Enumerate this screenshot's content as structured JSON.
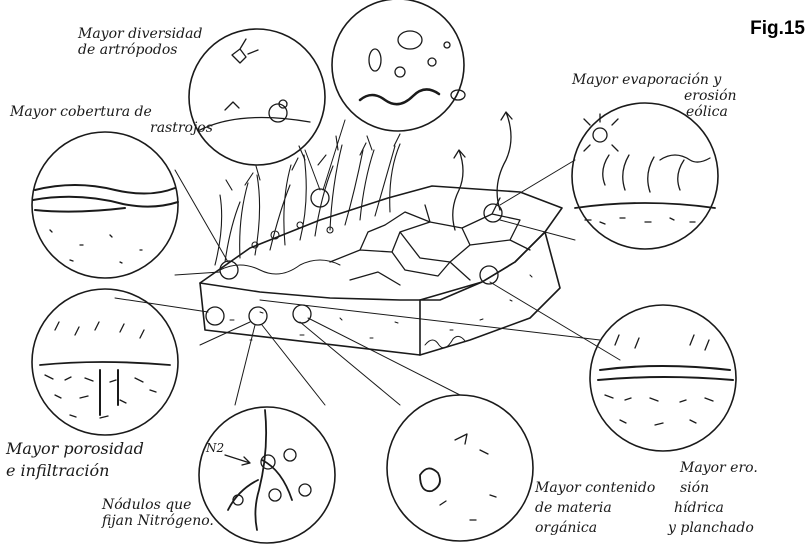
{
  "figure": {
    "label": "Fig.15"
  },
  "labels": {
    "arthropods": [
      "Mayor diversidad",
      "de artrópodos"
    ],
    "residue_cover": [
      "Mayor cobertura de",
      "rastrojos"
    ],
    "evaporation": [
      "Mayor evaporación y",
      "erosión",
      "eólica"
    ],
    "porosity": [
      "Mayor porosidad",
      "e infiltración"
    ],
    "nodules": [
      "Nódulos que",
      "fijan Nitrógeno."
    ],
    "nitrogen": "N2",
    "organic_matter": [
      "Mayor contenido",
      "de materia",
      "orgánica"
    ],
    "water_erosion": [
      "Mayor ero.",
      "sión",
      "hídrica",
      "y planchado"
    ]
  },
  "colors": {
    "ink": "#1a1a1a",
    "paper": "#ffffff"
  }
}
